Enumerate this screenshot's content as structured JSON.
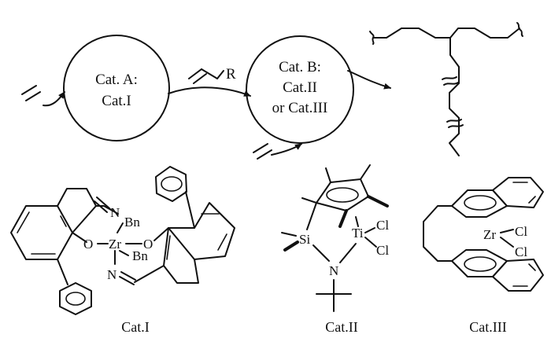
{
  "reaction": {
    "cat_a_line1": "Cat. A:",
    "cat_a_line2": "Cat.I",
    "cat_b_line1": "Cat. B:",
    "cat_b_line2": "Cat.II",
    "cat_b_line3": "or Cat.III",
    "alkene_substituent": "R"
  },
  "catalysts": {
    "cat1": {
      "caption": "Cat.I",
      "metal": "Zr",
      "benzyl_top": "Bn",
      "benzyl_bottom": "Bn",
      "n_top": "N",
      "n_bottom": "N",
      "o_left": "O",
      "o_right": "O"
    },
    "cat2": {
      "caption": "Cat.II",
      "metal": "Ti",
      "si": "Si",
      "n": "N",
      "cl_top": "Cl",
      "cl_bottom": "Cl"
    },
    "cat3": {
      "caption": "Cat.III",
      "metal": "Zr",
      "cl_top": "Cl",
      "cl_bottom": "Cl"
    }
  }
}
